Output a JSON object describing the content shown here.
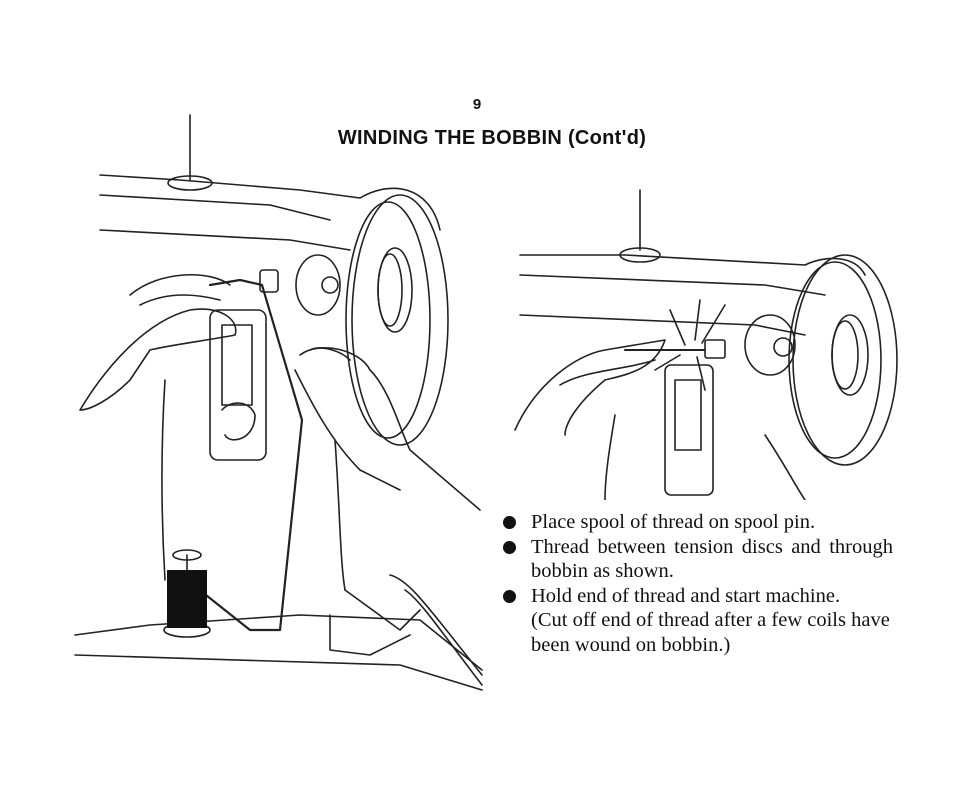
{
  "page": {
    "number": "9",
    "title": "WINDING THE BOBBIN (Cont'd)"
  },
  "instructions": [
    {
      "text": "Place spool of thread on spool pin."
    },
    {
      "text": "Thread between tension discs and through bobbin as shown."
    },
    {
      "text": "Hold end of thread and start machine.",
      "note": "(Cut off end of thread after a few coils have been wound on bobbin.)"
    }
  ],
  "illustrations": [
    {
      "subject": "sewing-machine-threading-bobbin-winder"
    },
    {
      "subject": "bobbin-winder-closeup"
    }
  ]
}
